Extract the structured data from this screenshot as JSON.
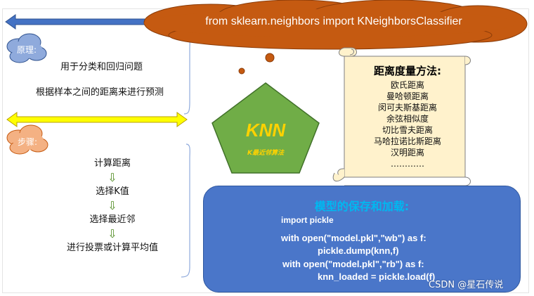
{
  "banner": {
    "text": "from sklearn.neighbors import KNeighborsClassifier"
  },
  "principle": {
    "cloud_label": "原理:",
    "lines": [
      "用于分类和回归问题",
      "根据样本之间的距离来进行预测"
    ]
  },
  "steps": {
    "cloud_label": "步骤:",
    "items": [
      "计算距离",
      "选择K值",
      "选择最近邻",
      "进行投票或计算平均值"
    ],
    "arrow_glyph": "⇩"
  },
  "knn": {
    "title": "KNN",
    "subtitle": "K最近邻算法"
  },
  "distance_scroll": {
    "title": "距离度量方法:",
    "items": [
      "欧氏距离",
      "曼哈顿距离",
      "闵可夫斯基距离",
      "余弦相似度",
      "切比雪夫距离",
      "马哈拉诺比斯距离",
      "汉明距离",
      "…………"
    ]
  },
  "save_panel": {
    "title": "模型的保存和加载:",
    "code": [
      "import pickle",
      "with open(\"model.pkl\",\"wb\") as f:",
      "pickle.dump(knn,f)",
      "with open(\"model.pkl\",\"rb\") as f:",
      "knn_loaded = pickle.load(f)"
    ]
  },
  "watermark": "CSDN @星石传说",
  "colors": {
    "banner_cloud": "#c55a11",
    "small_cloud": "#8faadc",
    "steps_cloud": "#f4b183",
    "pentagon": "#70ad47",
    "knn_text": "#ffd200",
    "scroll": "#fff2cc",
    "panel": "#4a76c9",
    "panel_title": "#00b8f0",
    "blue_arrow": "#4472c4",
    "yellow_arrow": "#ffff00"
  }
}
